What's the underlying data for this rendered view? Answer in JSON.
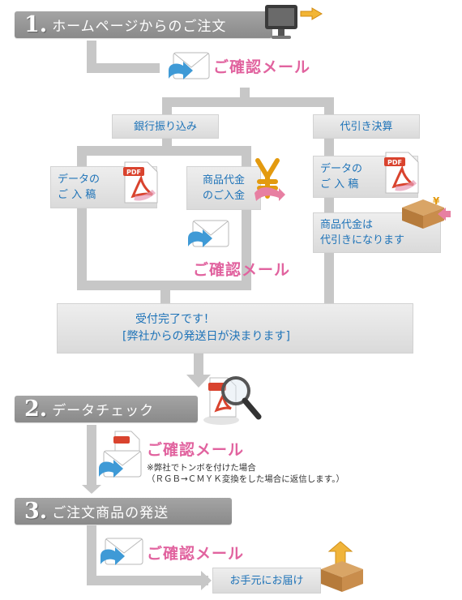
{
  "steps": [
    {
      "num": "1.",
      "title": "ホームページからのご注文"
    },
    {
      "num": "2.",
      "title": "データチェック"
    },
    {
      "num": "3.",
      "title": "ご注文商品の発送"
    }
  ],
  "confirm_mail": "ご確認メール",
  "bank": {
    "label": "銀行振り込み",
    "data_line1": "データの",
    "data_line2": "ご 入 稿",
    "pay_line1": "商品代金",
    "pay_line2": "のご入金"
  },
  "cod": {
    "label": "代引き決算",
    "data_line1": "データの",
    "data_line2": "ご 入 稿",
    "pay_line1": "商品代金は",
    "pay_line2": "代引きになります"
  },
  "accepted": {
    "line1": "受付完了です！",
    "line2": "[弊社からの発送日が決まります]"
  },
  "tombo_note": {
    "line1": "※弊社でトンボを付けた場合",
    "line2": "（ＲＧＢ→ＣＭＹＫ変換をした場合に返信します。）"
  },
  "delivery": "お手元にお届け",
  "icons": [
    "monitor-icon",
    "mail-icon",
    "pdf-icon",
    "yen-icon",
    "box-icon",
    "magnifier-icon",
    "arrow-up-icon"
  ]
}
